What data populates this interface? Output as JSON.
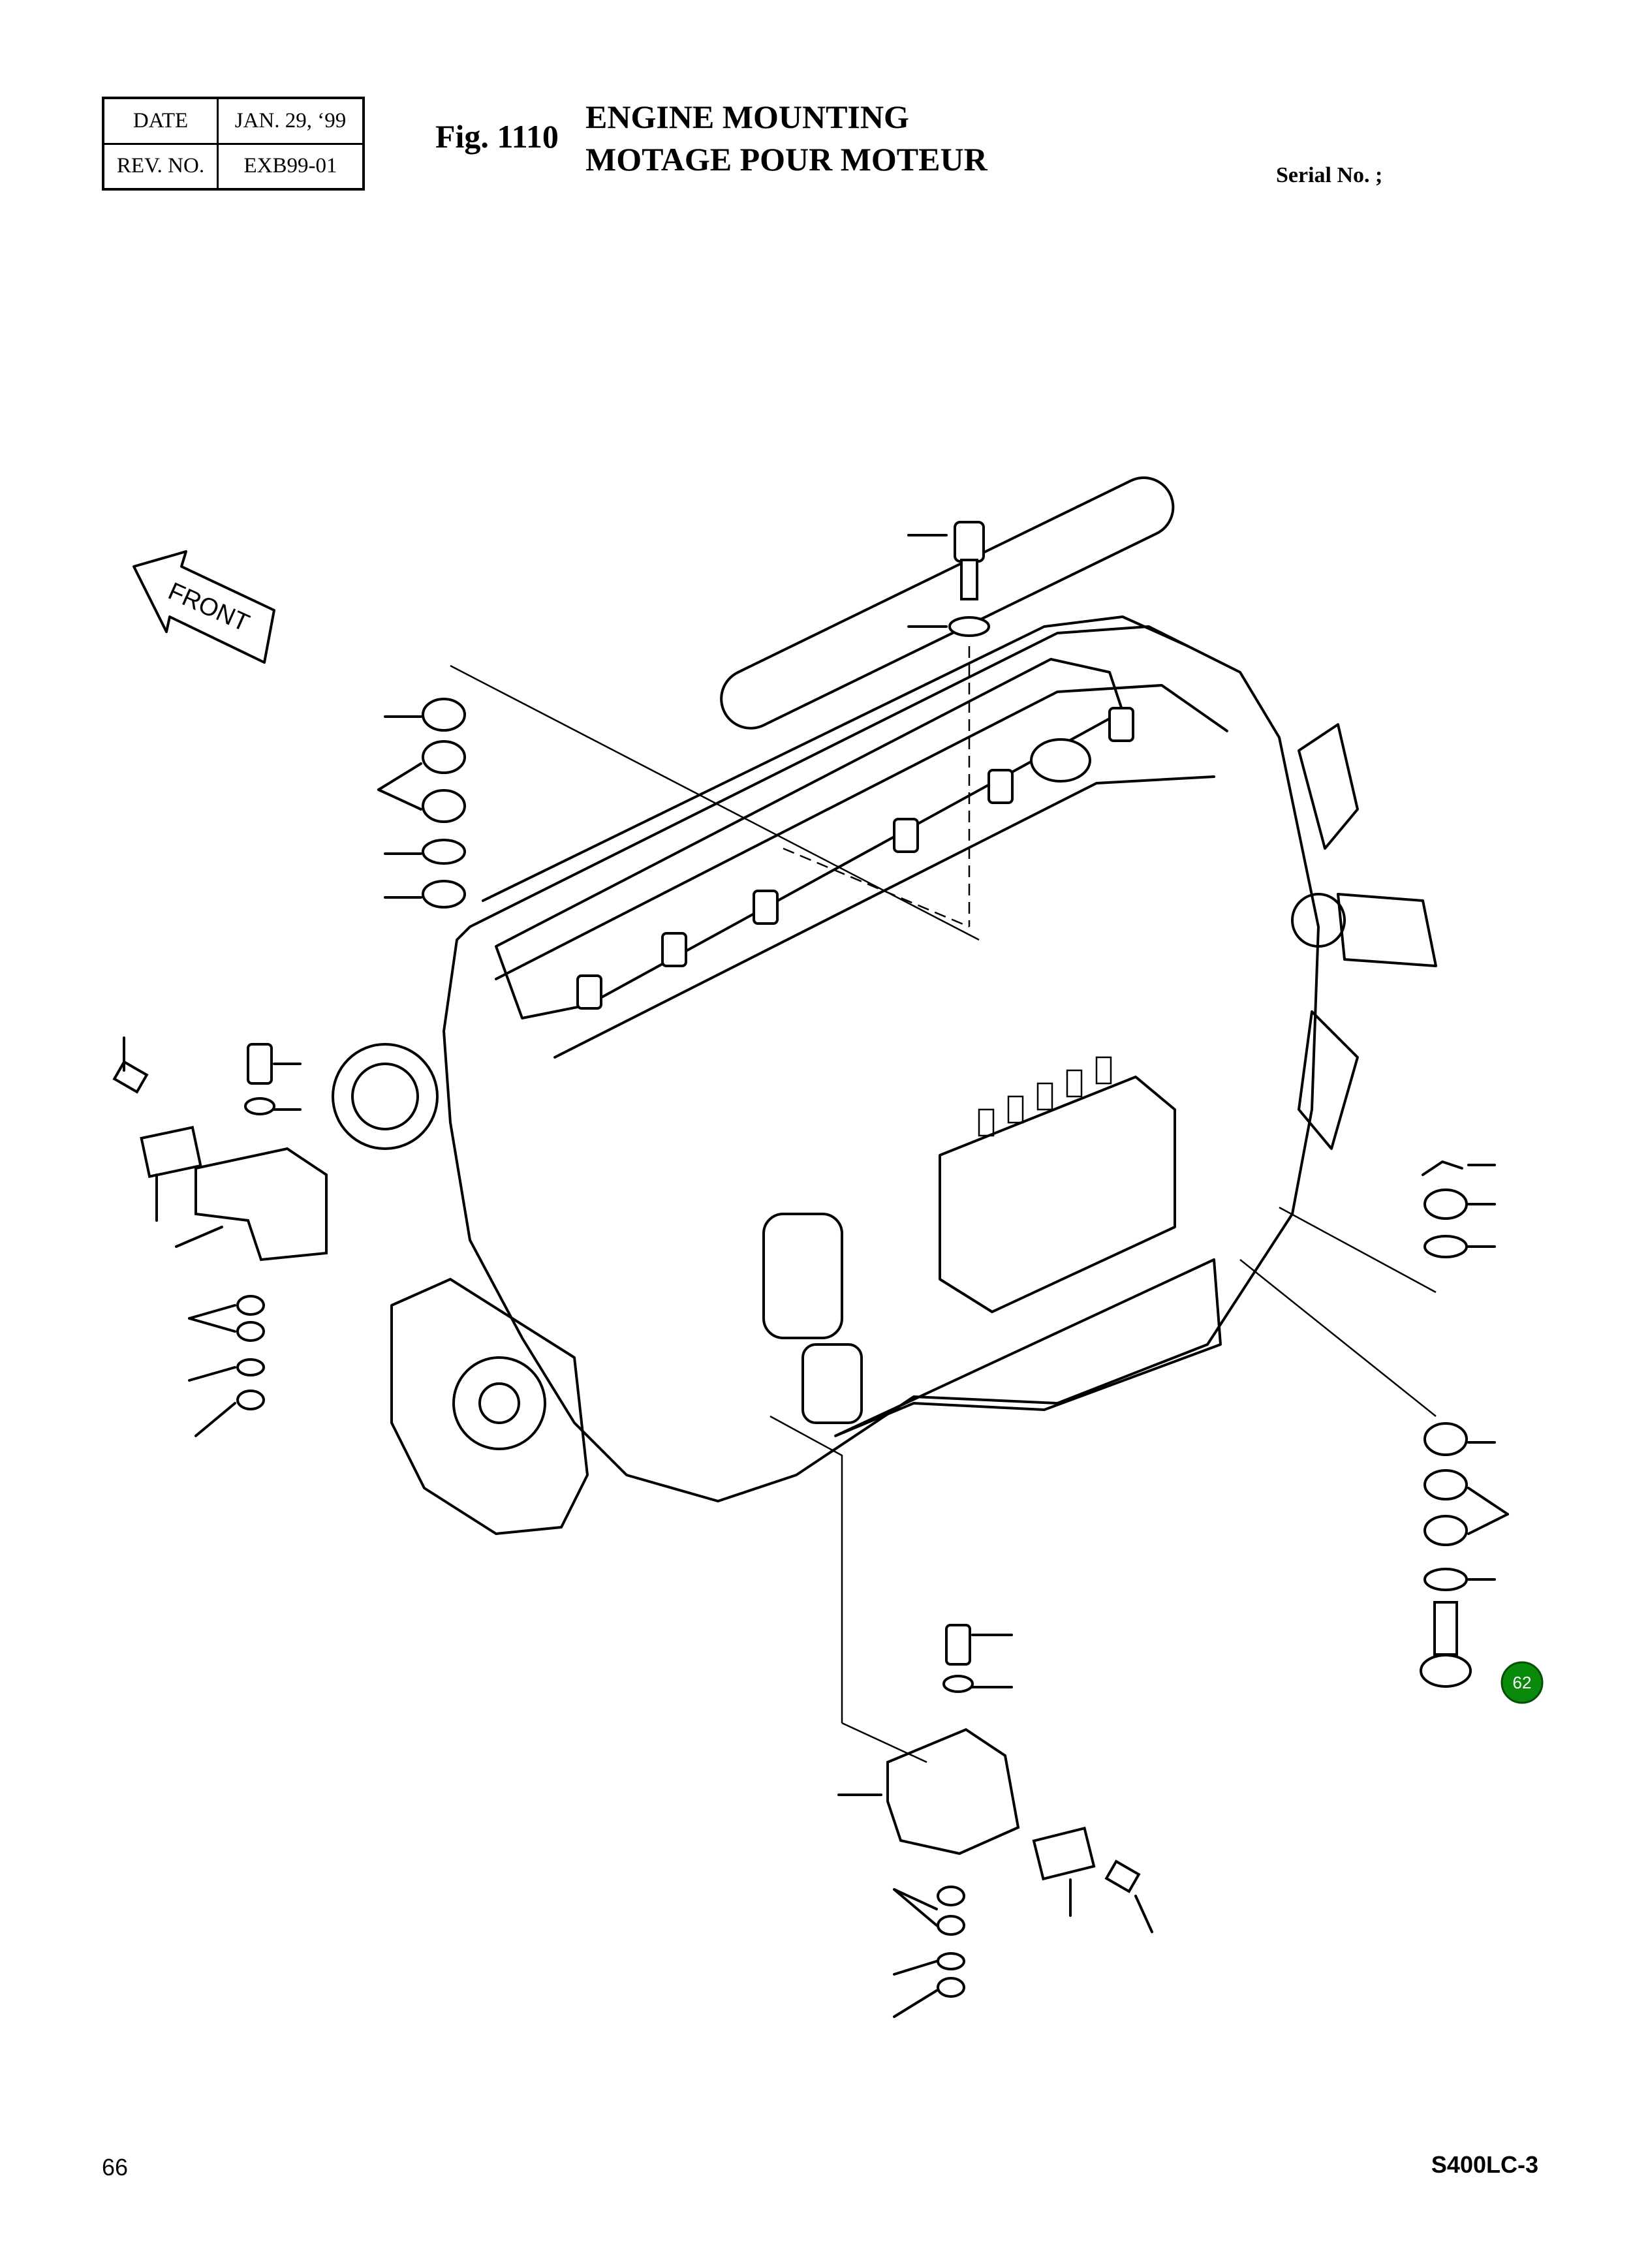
{
  "header": {
    "date_label": "DATE",
    "date_value": "JAN. 29, ‘99",
    "rev_label": "REV. NO.",
    "rev_value": "EXB99-01",
    "fig_number": "Fig. 1110",
    "title_en": "ENGINE MOUNTING",
    "title_fr": "MOTAGE POUR MOTEUR",
    "serial_label": "Serial No. ;"
  },
  "diagram": {
    "front_label": "FRONT",
    "callout_badge": "62",
    "badge_color": "#0a8a0a"
  },
  "footer": {
    "page_number": "66",
    "model": "S400LC-3"
  }
}
